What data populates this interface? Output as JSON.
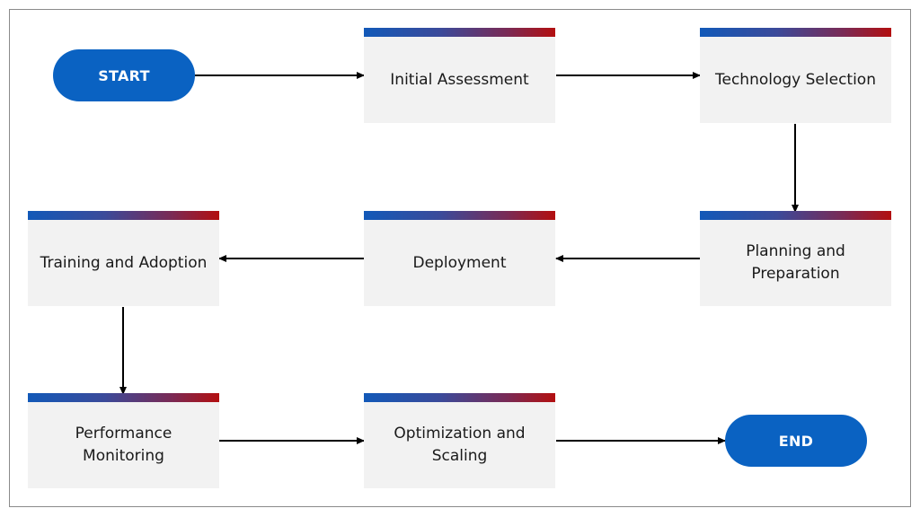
{
  "flowchart": {
    "start_label": "START",
    "end_label": "END",
    "steps": [
      {
        "label": "Initial Assessment"
      },
      {
        "label": "Technology Selection"
      },
      {
        "label": "Planning and\nPreparation"
      },
      {
        "label": "Deployment"
      },
      {
        "label": "Training and Adoption"
      },
      {
        "label": "Performance\nMonitoring"
      },
      {
        "label": "Optimization and\nScaling"
      }
    ]
  },
  "colors": {
    "pill_fill": "#0a62c2",
    "box_fill": "#f2f2f2",
    "bar_gradient_start": "#1259b8",
    "bar_gradient_end": "#b30f10",
    "arrow": "#000000"
  }
}
